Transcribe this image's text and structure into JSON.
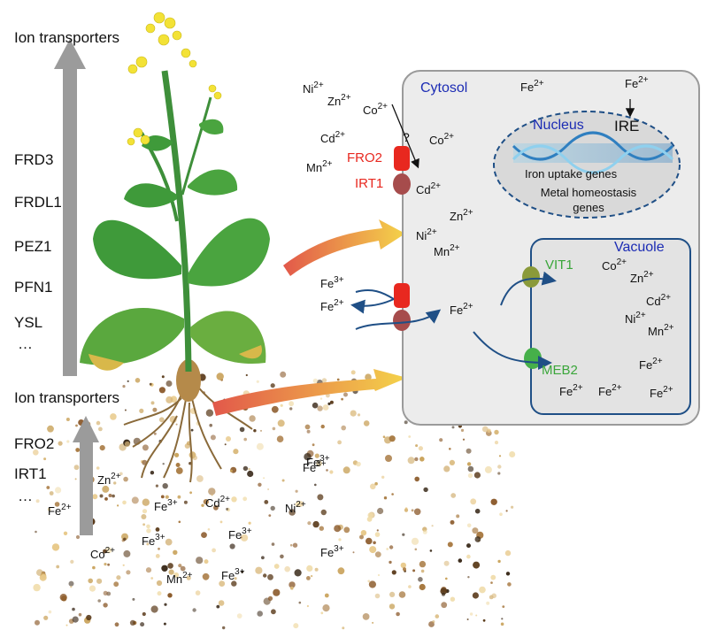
{
  "labels": {
    "ion_transporters_top": "Ion transporters",
    "ion_transporters_bottom": "Ion transporters",
    "top_list": [
      "FRD3",
      "FRDL1",
      "PEZ1",
      "PFN1",
      "YSL",
      "…"
    ],
    "bottom_list": [
      "FRO2",
      "IRT1",
      "…"
    ],
    "cytosol": "Cytosol",
    "nucleus": "Nucleus",
    "ire": "IRE",
    "iron_uptake_genes": "Iron uptake genes",
    "metal_homeostasis_genes": "Metal homeostasis genes",
    "vacuole": "Vacuole",
    "fro2": "FRO2",
    "irt1": "IRT1",
    "vit1": "VIT1",
    "meb2": "MEB2",
    "question": "?"
  },
  "ions": {
    "ext_ni": {
      "base": "Ni",
      "charge": "2+"
    },
    "ext_zn": {
      "base": "Zn",
      "charge": "2+"
    },
    "ext_co": {
      "base": "Co",
      "charge": "2+"
    },
    "ext_cd": {
      "base": "Cd",
      "charge": "2+"
    },
    "ext_mn": {
      "base": "Mn",
      "charge": "2+"
    },
    "cyt_co": {
      "base": "Co",
      "charge": "2+"
    },
    "cyt_cd": {
      "base": "Cd",
      "charge": "2+"
    },
    "cyt_zn": {
      "base": "Zn",
      "charge": "2+"
    },
    "cyt_ni": {
      "base": "Ni",
      "charge": "2+"
    },
    "cyt_mn": {
      "base": "Mn",
      "charge": "2+"
    },
    "cyt_fe_top": {
      "base": "Fe",
      "charge": "2+"
    },
    "cyt_fe_ire": {
      "base": "Fe",
      "charge": "2+"
    },
    "ext_fe3": {
      "base": "Fe",
      "charge": "3+"
    },
    "ext_fe2": {
      "base": "Fe",
      "charge": "2+"
    },
    "cyt_fe_mid": {
      "base": "Fe",
      "charge": "2+"
    },
    "vac_co": {
      "base": "Co",
      "charge": "2+"
    },
    "vac_zn": {
      "base": "Zn",
      "charge": "2+"
    },
    "vac_cd": {
      "base": "Cd",
      "charge": "2+"
    },
    "vac_ni": {
      "base": "Ni",
      "charge": "2+"
    },
    "vac_mn": {
      "base": "Mn",
      "charge": "2+"
    },
    "vac_fe1": {
      "base": "Fe",
      "charge": "2+"
    },
    "vac_fe2": {
      "base": "Fe",
      "charge": "2+"
    },
    "vac_fe3": {
      "base": "Fe",
      "charge": "2+"
    },
    "vac_fe4": {
      "base": "Fe",
      "charge": "2+"
    },
    "soil_zn": {
      "base": "Zn",
      "charge": "2+"
    },
    "soil_fe_a": {
      "base": "Fe",
      "charge": "2+"
    },
    "soil_fe3_a": {
      "base": "Fe",
      "charge": "3+"
    },
    "soil_cd": {
      "base": "Cd",
      "charge": "2+"
    },
    "soil_fe3_b": {
      "base": "Fe",
      "charge": "3+"
    },
    "soil_ni": {
      "base": "Ni",
      "charge": "2+"
    },
    "soil_fe3_c": {
      "base": "Fe",
      "charge": "3+"
    },
    "soil_co": {
      "base": "Co",
      "charge": "2+"
    },
    "soil_fe3_d": {
      "base": "Fe",
      "charge": "3+"
    },
    "soil_fe3_e": {
      "base": "Fe",
      "charge": "3+"
    },
    "soil_mn": {
      "base": "Mn",
      "charge": "2+"
    },
    "soil_fe3_f": {
      "base": "Fe",
      "charge": "3+"
    },
    "soil_fe3_g": {
      "base": "Fe",
      "charge": "3+"
    }
  },
  "colors": {
    "membrane_fill": "#ececec",
    "membrane_stroke": "#9a9a9a",
    "transporter_red": "#e8281f",
    "label_blue": "#1c2cb4",
    "vacuole_stroke": "#1f4f86",
    "green_transporter": "#46b04a",
    "arrow_gray": "#9b9b9b"
  }
}
